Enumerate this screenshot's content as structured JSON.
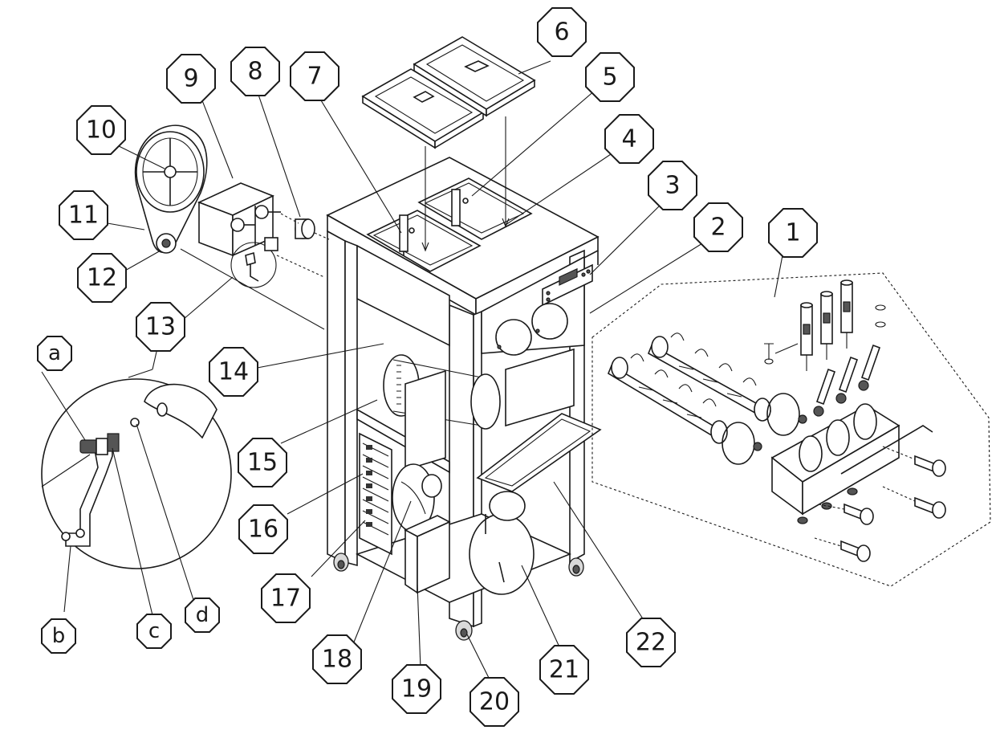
{
  "diagram": {
    "callouts": [
      {
        "id": "1",
        "label": "1"
      },
      {
        "id": "2",
        "label": "2"
      },
      {
        "id": "3",
        "label": "3"
      },
      {
        "id": "4",
        "label": "4"
      },
      {
        "id": "5",
        "label": "5"
      },
      {
        "id": "6",
        "label": "6"
      },
      {
        "id": "7",
        "label": "7"
      },
      {
        "id": "8",
        "label": "8"
      },
      {
        "id": "9",
        "label": "9"
      },
      {
        "id": "10",
        "label": "10"
      },
      {
        "id": "11",
        "label": "11"
      },
      {
        "id": "12",
        "label": "12"
      },
      {
        "id": "13",
        "label": "13"
      },
      {
        "id": "14",
        "label": "14"
      },
      {
        "id": "15",
        "label": "15"
      },
      {
        "id": "16",
        "label": "16"
      },
      {
        "id": "17",
        "label": "17"
      },
      {
        "id": "18",
        "label": "18"
      },
      {
        "id": "19",
        "label": "19"
      },
      {
        "id": "20",
        "label": "20"
      },
      {
        "id": "21",
        "label": "21"
      },
      {
        "id": "22",
        "label": "22"
      }
    ],
    "detail_letters": [
      {
        "id": "a",
        "label": "a"
      },
      {
        "id": "b",
        "label": "b"
      },
      {
        "id": "c",
        "label": "c"
      },
      {
        "id": "d",
        "label": "d"
      }
    ]
  }
}
